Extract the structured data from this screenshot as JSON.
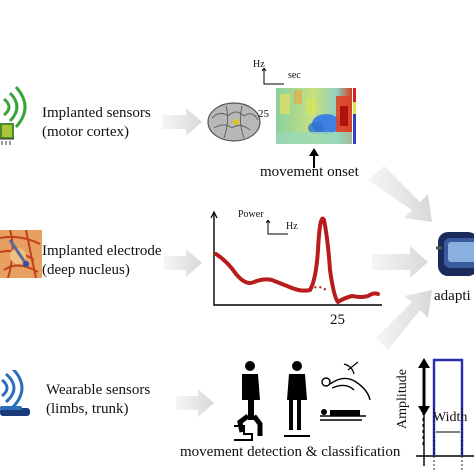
{
  "rows": {
    "sensors": {
      "line1": "Implanted sensors",
      "line2": "(motor cortex)"
    },
    "electrode": {
      "line1": "Implanted electrode",
      "line2": "(deep nucleus)"
    },
    "wearable": {
      "line1": "Wearable sensors",
      "line2": "(limbs, trunk)"
    }
  },
  "spectrogram": {
    "y_unit": "Hz",
    "x_unit": "sec",
    "y_tick": "25",
    "caption": "movement onset"
  },
  "power_plot": {
    "y_label": "Power",
    "x_unit": "Hz",
    "x_tick": "25",
    "line_color": "#b81c1c"
  },
  "detection": {
    "caption": "movement detection & classification"
  },
  "device": {
    "label": "adapti"
  },
  "pulse": {
    "y_label": "Amplitude",
    "width_label": "Width",
    "line_color": "#2a2ab0"
  },
  "colors": {
    "arrow": "#e2e2e2",
    "accent_green": "#3aa33a",
    "accent_blue": "#2a6fb8"
  }
}
